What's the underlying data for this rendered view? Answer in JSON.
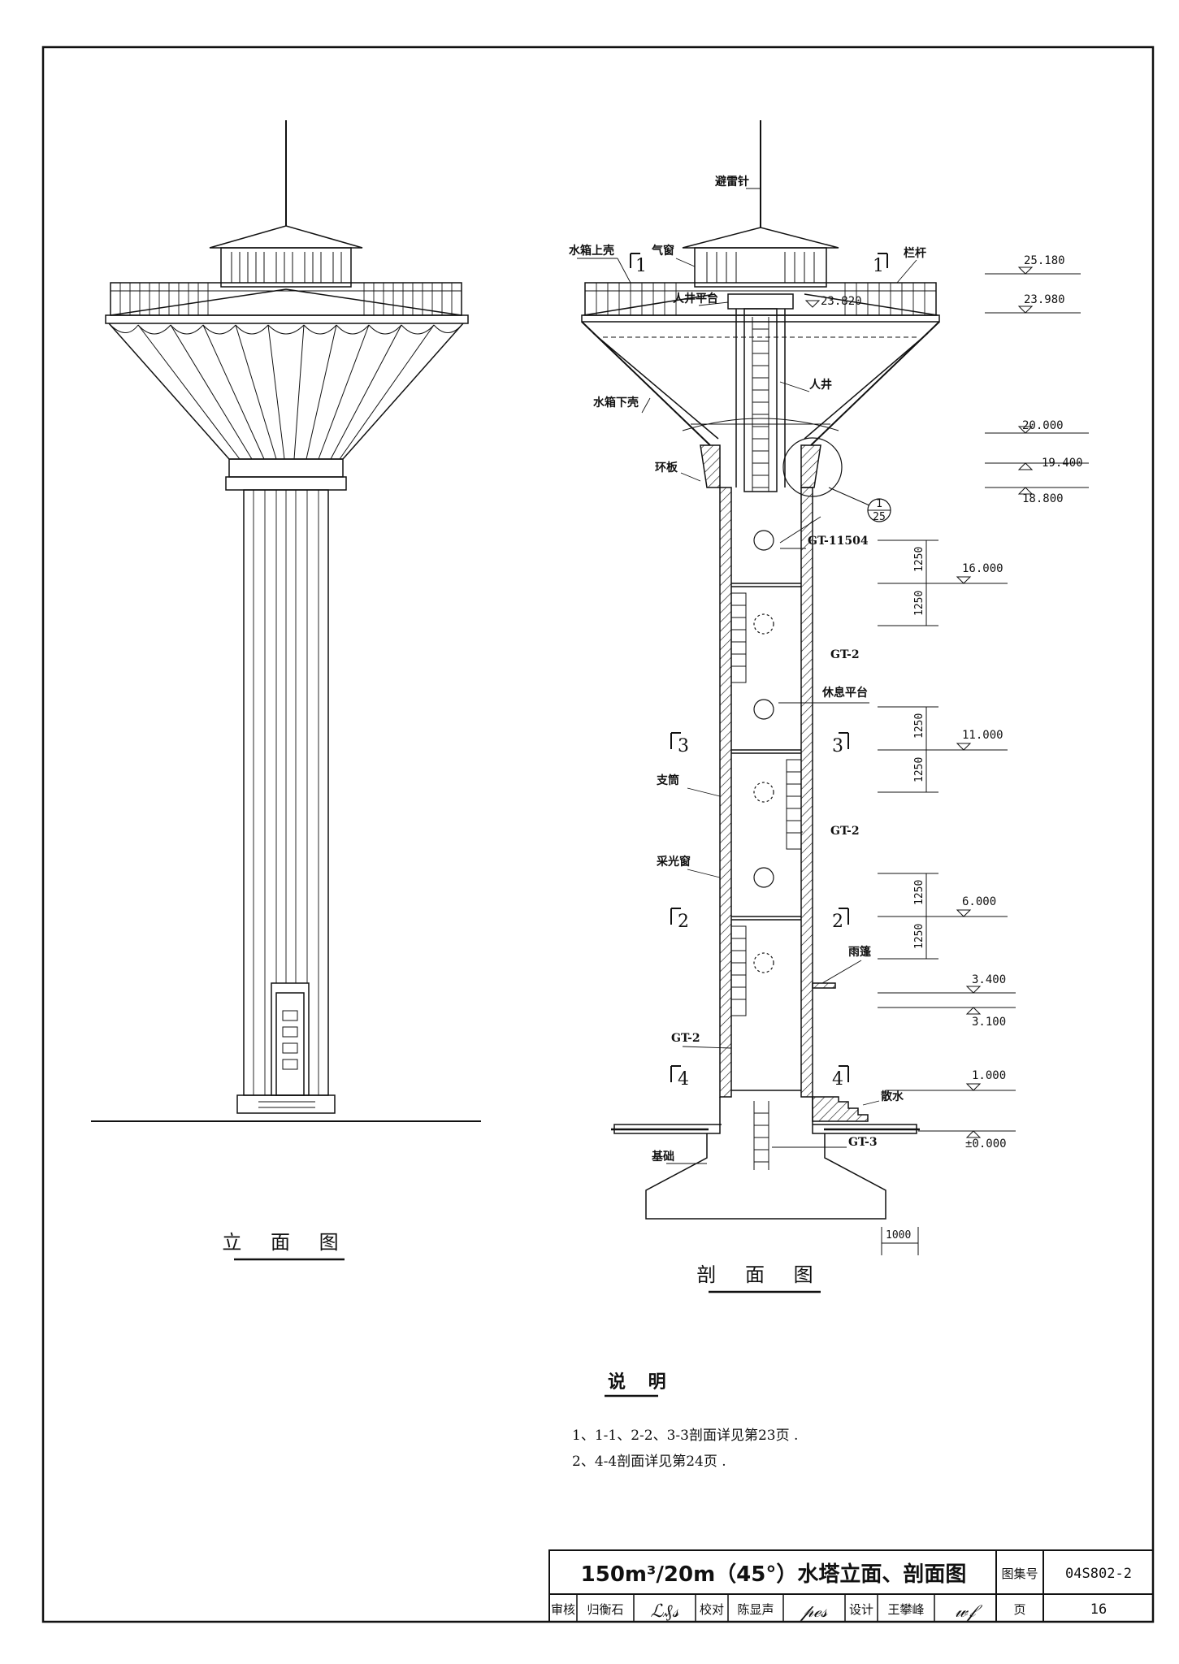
{
  "elevation_view": {
    "caption": "立 面 图"
  },
  "section_view": {
    "caption": "剖 面 图",
    "labels": {
      "lightning_rod": "避雷针",
      "upper_shell": "水箱上壳",
      "vent_window": "气窗",
      "railing": "栏杆",
      "manhole_platform": "人井平台",
      "manhole": "人井",
      "lower_shell": "水箱下壳",
      "ring_plate": "环板",
      "support_tube": "支筒",
      "skylight": "采光窗",
      "rest_platform": "休息平台",
      "canopy": "雨篷",
      "apron": "散水",
      "foundation": "基础",
      "gt1": "GT-11504",
      "gt2_a": "GT-2",
      "gt2_b": "GT-2",
      "gt2_c": "GT-2",
      "gt3": "GT-3"
    },
    "detail_ref": {
      "num": "1",
      "page": "25"
    },
    "section_marks": {
      "s1_left": "1",
      "s1_right": "1",
      "s3_left": "3",
      "s3_right": "3",
      "s2_left": "2",
      "s2_right": "2",
      "s4_left": "4",
      "s4_right": "4"
    },
    "elevations": {
      "e25180": "25.180",
      "e23980": "23.980",
      "e23820": "23.820",
      "e20000": "20.000",
      "e19400": "19.400",
      "e18800": "18.800",
      "e16000": "16.000",
      "e11000": "11.000",
      "e6000": "6.000",
      "e3400": "3.400",
      "e3100": "3.100",
      "e1000": "1.000",
      "e0": "±0.000"
    },
    "dims": {
      "d1": "1250",
      "d2": "1250",
      "d3": "1250",
      "d4": "1250",
      "d5": "1250",
      "d6": "1250",
      "scale_bar": "1000"
    }
  },
  "notes": {
    "title": "说 明",
    "items": [
      "1、1-1、2-2、3-3剖面详见第23页 .",
      "2、4-4剖面详见第24页 ."
    ]
  },
  "title_block": {
    "title": "150m³/20m（45°）水塔立面、剖面图",
    "atlas_label": "图集号",
    "atlas_no": "04S802-2",
    "review_label": "审核",
    "reviewer": "归衡石",
    "check_label": "校对",
    "checker": "陈显声",
    "design_label": "设计",
    "designer": "王攀峰",
    "page_label": "页",
    "page_no": "16"
  }
}
